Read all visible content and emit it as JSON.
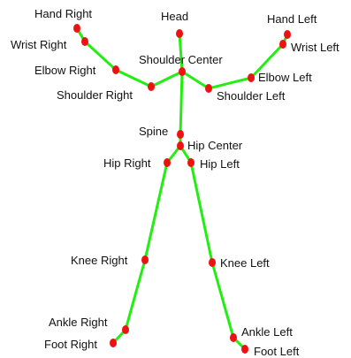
{
  "colors": {
    "bone": "#22ee11",
    "joint": "#ee1111",
    "label": "#111111",
    "background": "#ffffff"
  },
  "joints": {
    "head": "Head",
    "shoulder_center": "Shoulder Center",
    "spine": "Spine",
    "hip_center": "Hip Center",
    "shoulder_left": "Shoulder Left",
    "elbow_left": "Elbow Left",
    "wrist_left": "Wrist Left",
    "hand_left": "Hand Left",
    "shoulder_right": "Shoulder Right",
    "elbow_right": "Elbow Right",
    "wrist_right": "Wrist Right",
    "hand_right": "Hand Right",
    "hip_left": "Hip Left",
    "knee_left": "Knee Left",
    "ankle_left": "Ankle Left",
    "foot_left": "Foot Left",
    "hip_right": "Hip Right",
    "knee_right": "Knee Right",
    "ankle_right": "Ankle Right",
    "foot_right": "Foot Right"
  }
}
